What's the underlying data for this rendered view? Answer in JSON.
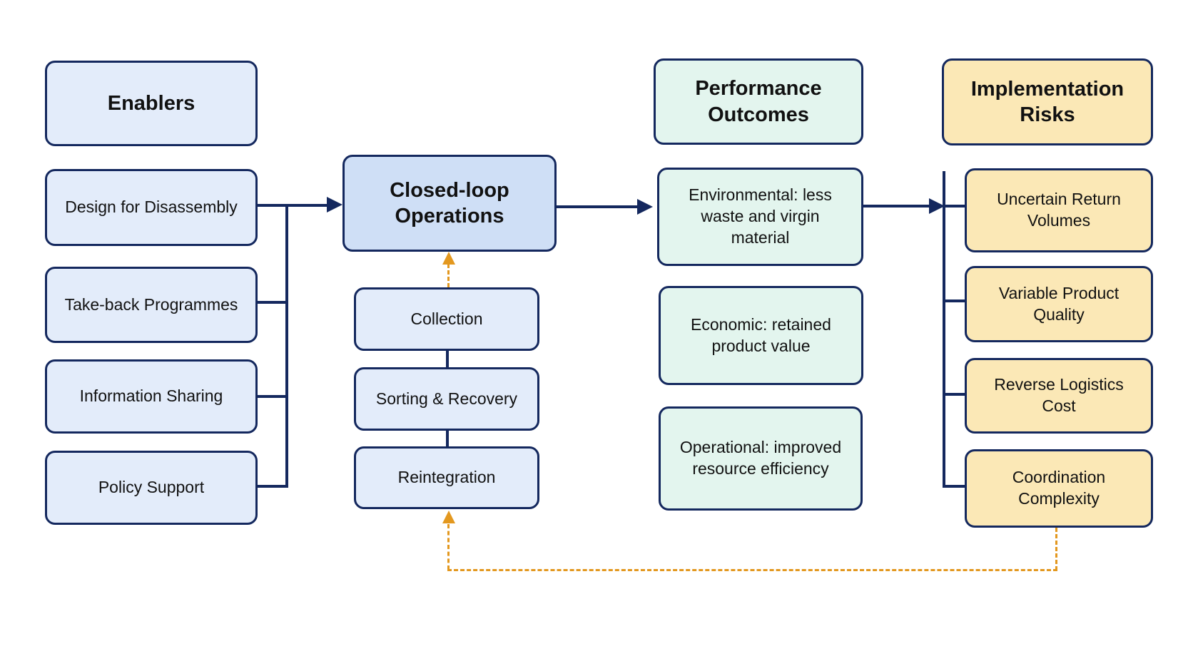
{
  "enablers": {
    "title": "Enablers",
    "items": [
      {
        "label": "Design for Disassembly"
      },
      {
        "label": "Take-back Programmes"
      },
      {
        "label": "Information Sharing"
      },
      {
        "label": "Policy Support"
      }
    ]
  },
  "operations": {
    "title": "Closed-loop\nOperations",
    "steps": [
      {
        "label": "Collection"
      },
      {
        "label": "Sorting & Recovery"
      },
      {
        "label": "Reintegration"
      }
    ]
  },
  "outcomes": {
    "title": "Performance\nOutcomes",
    "items": [
      {
        "label": "Environmental: less\nwaste and virgin\nmaterial"
      },
      {
        "label": "Economic: retained\nproduct value"
      },
      {
        "label": "Operational: improved\nresource efficiency"
      }
    ]
  },
  "risks": {
    "title": "Implementation\nRisks",
    "items": [
      {
        "label": "Uncertain Return\nVolumes"
      },
      {
        "label": "Variable Product\nQuality"
      },
      {
        "label": "Reverse Logistics\nCost"
      },
      {
        "label": "Coordination\nComplexity"
      }
    ]
  },
  "colors": {
    "border": "#14285e",
    "enabler_fill": "#e3ecfa",
    "operations_fill": "#cfdff6",
    "outcome_fill": "#e3f5ee",
    "risk_fill": "#fbe8b6",
    "feedback_arrow": "#e3981f"
  }
}
